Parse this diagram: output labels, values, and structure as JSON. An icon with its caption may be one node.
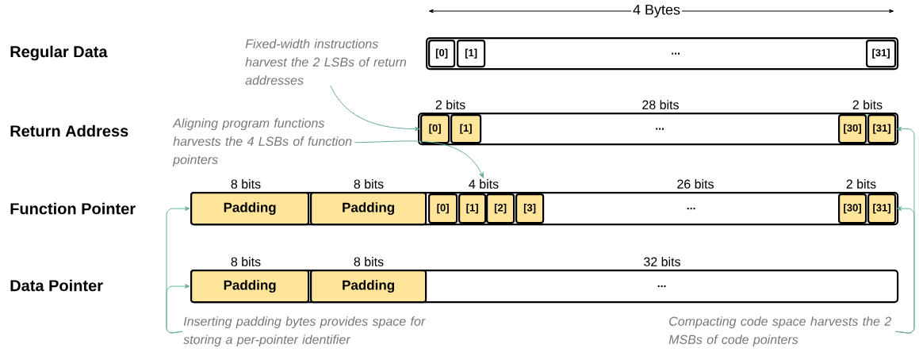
{
  "diagram": {
    "nodes": [
      {
        "text": [
          "Fixed-width instructions harvest the 2 LSBs of return addresses"
        ]
      },
      {
        "text": [],
        "shape": "box"
      },
      {
        "text": [
          "[0]"
        ],
        "in": 1
      },
      {
        "text": [
          "[1]"
        ],
        "in": 1
      },
      {
        "text": [
          "..."
        ],
        "in": 1
      },
      {
        "text": [
          "[31]"
        ],
        "in": 1
      },
      {
        "text": [
          "Aligning program functions harvests the 4 LSBs of function pointers"
        ]
      },
      {
        "text": [],
        "shape": "box"
      },
      {
        "text": [
          "[0]"
        ],
        "in": 7
      },
      {
        "text": [
          "[1]"
        ],
        "in": 7
      },
      {
        "text": [
          "..."
        ],
        "in": 7
      },
      {
        "text": [
          "[30]"
        ],
        "in": 7
      },
      {
        "text": [
          "[31]"
        ],
        "in": 7
      },
      {
        "text": [
          "4 bits"
        ]
      },
      {
        "text": [],
        "shape": "box"
      },
      {
        "text": [
          "Padding"
        ],
        "in": 14
      },
      {
        "text": [
          "Padding"
        ],
        "in": 14
      },
      {
        "text": [
          "[0]"
        ],
        "in": 14
      },
      {
        "text": [
          "[1]"
        ],
        "in": 14
      },
      {
        "text": [
          "[2]"
        ],
        "in": 14
      },
      {
        "text": [
          "[3]"
        ],
        "in": 14
      },
      {
        "text": [
          "..."
        ],
        "in": 14
      },
      {
        "text": [
          "[30]"
        ],
        "in": 14
      },
      {
        "text": [
          "[31]"
        ],
        "in": 14
      },
      {
        "text": [],
        "shape": "box"
      },
      {
        "text": [
          "Padding"
        ],
        "in": 24
      },
      {
        "text": [
          "Padding"
        ],
        "in": 24
      },
      {
        "text": [
          "..."
        ],
        "in": 24
      },
      {
        "text": [
          "Inserting padding bytes provides space for storing a per-pointer identifier"
        ]
      },
      {
        "text": [
          "Compacting code space harvests the 2 MSBs of code pointers"
        ]
      }
    ],
    "edges": [
      {
        "from": 0,
        "to": 8,
        "arrow": "to"
      },
      {
        "from": 6,
        "to": 13,
        "arrow": "to"
      },
      {
        "from": 28,
        "to": 15,
        "arrow": "to"
      },
      {
        "from": 28,
        "to": 25,
        "arrow": "to"
      },
      {
        "from": 29,
        "to": 12,
        "arrow": "to"
      },
      {
        "from": 29,
        "to": 23,
        "arrow": "to"
      }
    ],
    "labels": [
      "4 Bytes",
      "Regular Data",
      "2 bits",
      "28 bits",
      "2 bits",
      "Return Address",
      "8 bits",
      "8 bits",
      "26 bits",
      "2 bits",
      "Function Pointer",
      "8 bits",
      "8 bits",
      "32 bits",
      "Data Pointer"
    ]
  }
}
